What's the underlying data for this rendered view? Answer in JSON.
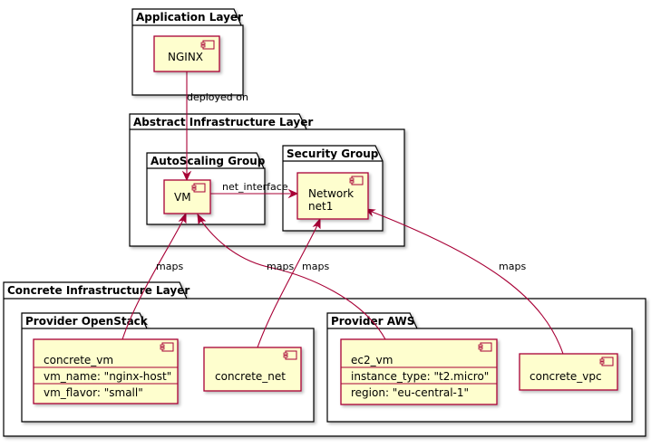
{
  "packages": {
    "application": "Application Layer",
    "abstract": "Abstract Infrastructure Layer",
    "autoscaling": "AutoScaling Group",
    "security": "Security Group",
    "concrete": "Concrete Infrastructure Layer",
    "openstack": "Provider OpenStack",
    "aws": "Provider AWS"
  },
  "components": {
    "nginx": "NGINX",
    "vm": "VM",
    "network": [
      "Network",
      "net1"
    ],
    "concrete_vm": {
      "name": "concrete_vm",
      "attrs": [
        "vm_name: \"nginx-host\"",
        "vm_flavor: \"small\""
      ]
    },
    "concrete_net": "concrete_net",
    "ec2_vm": {
      "name": "ec2_vm",
      "attrs": [
        "instance_type: \"t2.micro\"",
        "region: \"eu-central-1\""
      ]
    },
    "concrete_vpc": "concrete_vpc"
  },
  "edges": {
    "deployed_on": "deployed on",
    "net_interface": "net_interface",
    "maps_vm_openstack": "maps",
    "maps_vm_aws": "maps",
    "maps_net": "maps",
    "maps_vpc": "maps"
  },
  "colors": {
    "component_fill": "#fefece",
    "component_border": "#a80036",
    "edge": "#a80036"
  }
}
